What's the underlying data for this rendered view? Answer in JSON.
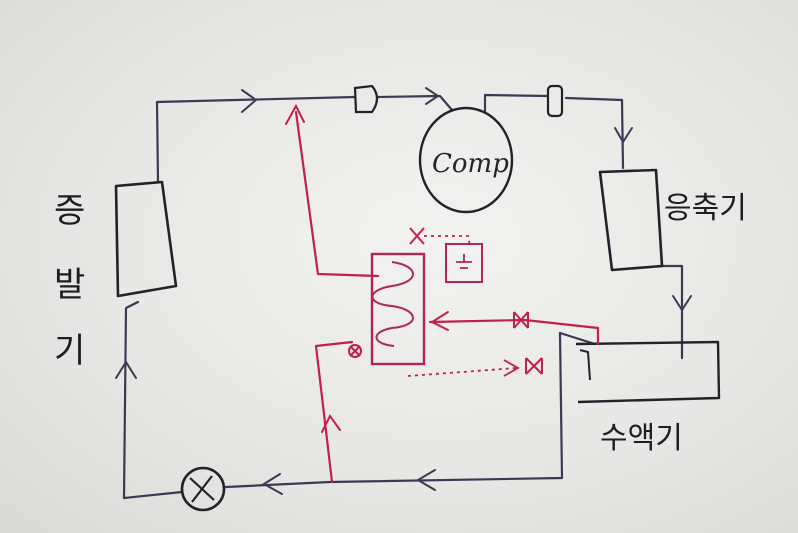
{
  "diagram": {
    "compressor_label": "Comp",
    "evaporator_label": "증발기",
    "evaporator_chars": [
      "증",
      "발",
      "기"
    ],
    "condenser_label": "응축기",
    "receiver_label": "수액기"
  },
  "colors": {
    "main_line": "#3a3a55",
    "hot_gas_line": "#c21f4a",
    "dotted_line": "#c21f4a",
    "paper": "#ececea"
  }
}
